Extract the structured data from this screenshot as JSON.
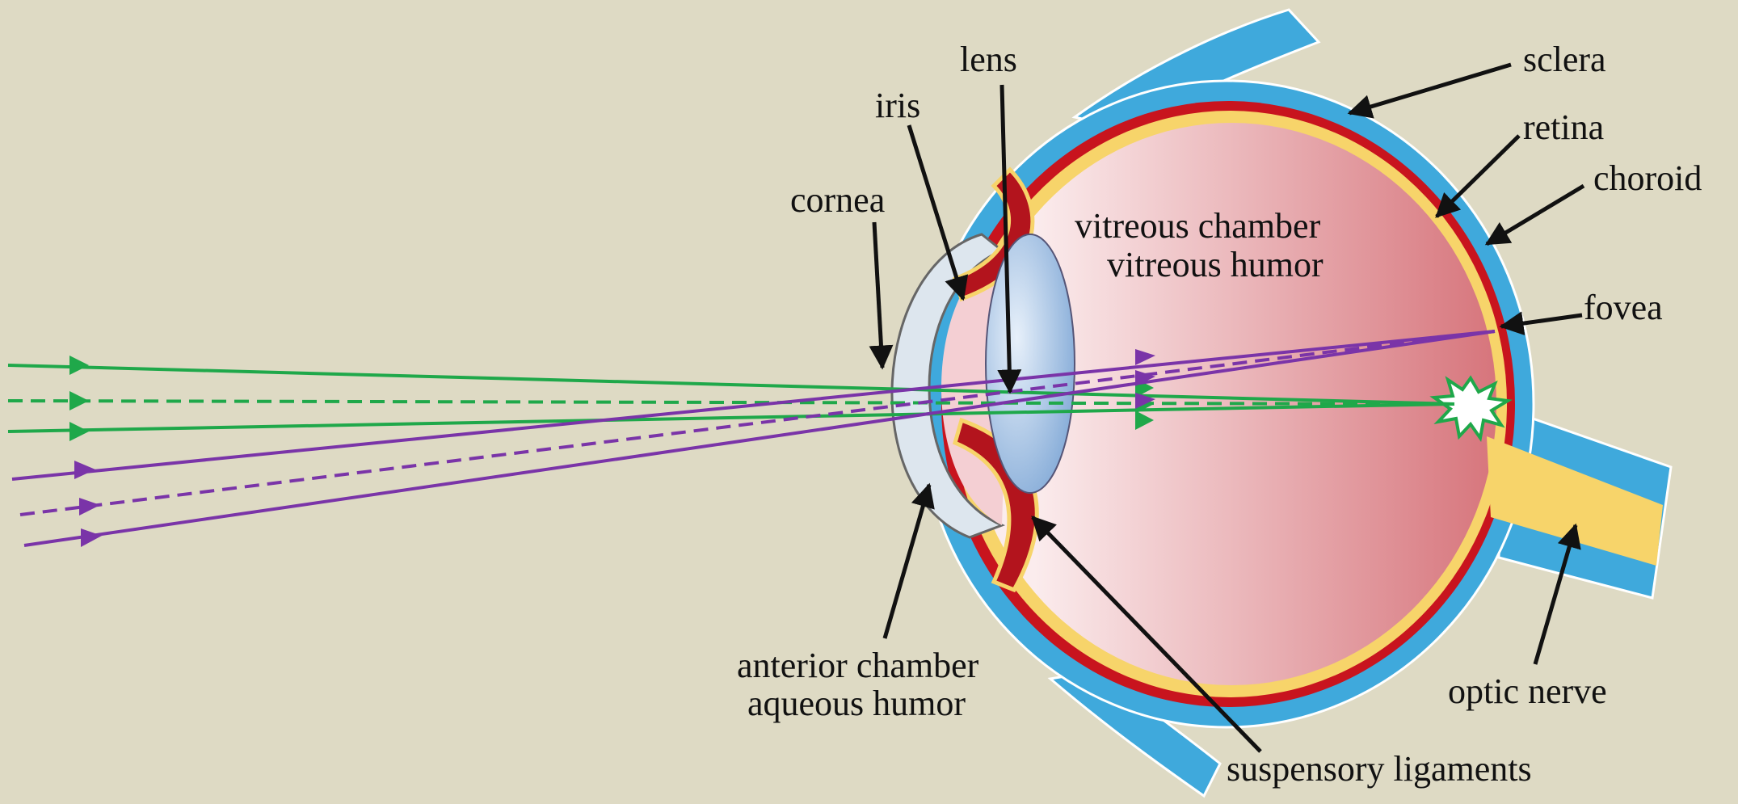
{
  "diagram": {
    "background_color": "#dedac4",
    "colors": {
      "sclera": "#3fa9dc",
      "choroid": "#c8141e",
      "retina": "#f7d46a",
      "vitreous_light": "#fbe9ea",
      "vitreous_dark": "#d9757b",
      "lens": "#a9c8ea",
      "rays_green": "#1fa84a",
      "rays_purple": "#7a34a8",
      "arrow": "#111111"
    },
    "labels": {
      "lens": "lens",
      "iris": "iris",
      "cornea": "cornea",
      "sclera": "sclera",
      "retina": "retina",
      "choroid": "choroid",
      "vitreous_chamber": "vitreous chamber",
      "vitreous_humor": "vitreous humor",
      "fovea": "fovea",
      "anterior_chamber": "anterior chamber",
      "aqueous_humor": "aqueous humor",
      "optic_nerve": "optic nerve",
      "suspensory_ligaments": "suspensory ligaments"
    }
  }
}
